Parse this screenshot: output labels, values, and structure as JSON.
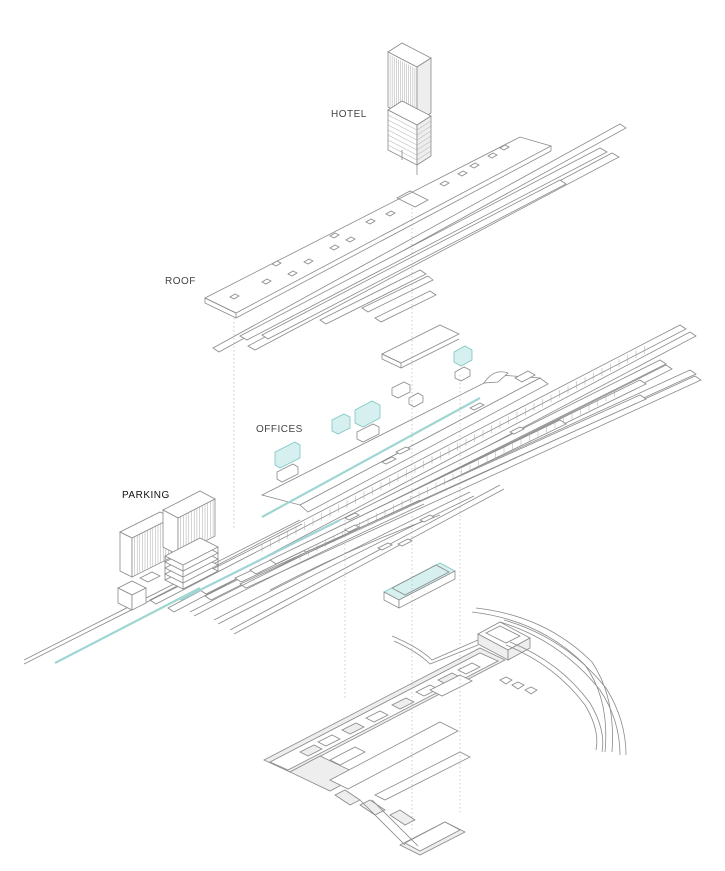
{
  "labels": {
    "hotel": "HOTEL",
    "roof": "ROOF",
    "offices": "OFFICES",
    "parking": "PARKING"
  },
  "colors": {
    "line": "#8a8a8a",
    "accent_cyan": "#9fd6d2",
    "accent_fill": "#d6f0ef",
    "label": "#444444",
    "label_dark": "#111111"
  }
}
